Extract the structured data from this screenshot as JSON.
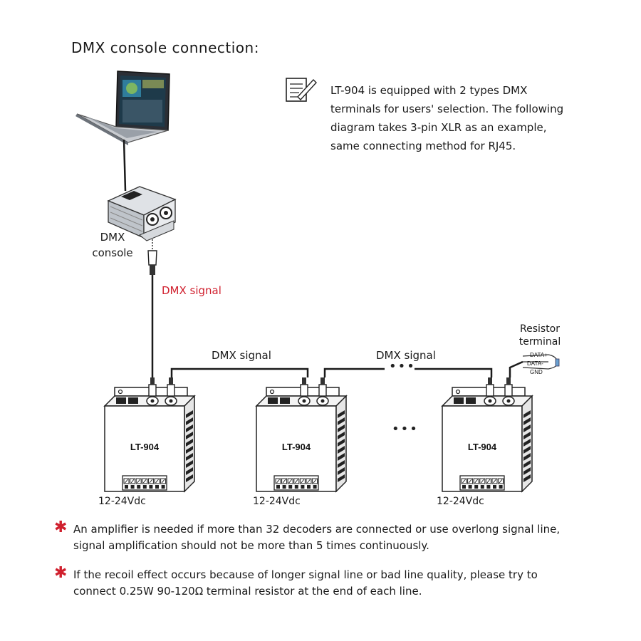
{
  "heading": "DMX console connection:",
  "info_icon": "notepad-pen-icon",
  "info_lines": [
    "LT-904 is equipped with 2 types DMX",
    "terminals for users' selection. The following",
    "diagram takes 3-pin XLR as an example,",
    "same connecting method for RJ45."
  ],
  "console_label": [
    "DMX",
    "console"
  ],
  "signal_red": "DMX signal",
  "signal_1": "DMX signal",
  "signal_2": "DMX signal",
  "resistor_label": [
    "Resistor",
    "terminal"
  ],
  "resistor_pins": [
    "DATA+",
    "DATA-",
    "GND"
  ],
  "decoders": [
    {
      "label": "LT-904",
      "voltage": "12-24Vdc"
    },
    {
      "label": "LT-904",
      "voltage": "12-24Vdc"
    },
    {
      "label": "LT-904",
      "voltage": "12-24Vdc"
    }
  ],
  "ellipsis": "•••",
  "notes": [
    {
      "icon": "asterisk-icon",
      "lines": [
        "An amplifier is needed if more than 32 decoders are connected or use overlong signal line,",
        "signal amplification should not be more than 5 times continuously."
      ]
    },
    {
      "icon": "asterisk-icon",
      "lines": [
        "If the recoil effect occurs because of longer signal line or bad line quality, please try to",
        "connect 0.25W 90-120Ω terminal resistor at the end of each line."
      ]
    }
  ],
  "colors": {
    "accent": "#d0202e",
    "line": "#1a1a1a"
  }
}
